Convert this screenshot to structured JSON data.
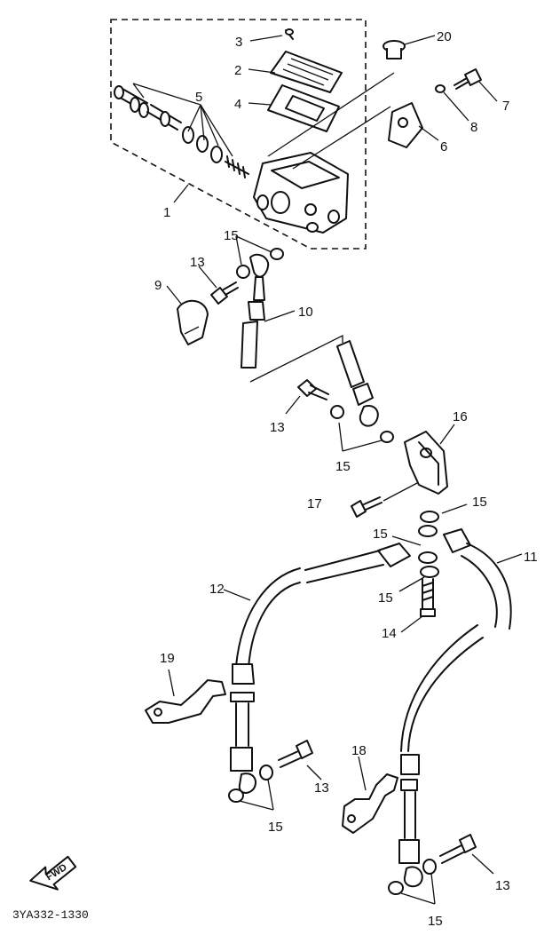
{
  "diagram": {
    "diagram_code": "3YA332-1330",
    "fwd_label": "FWD",
    "callouts": {
      "c1": "1",
      "c2": "2",
      "c3": "3",
      "c4": "4",
      "c5": "5",
      "c6": "6",
      "c7": "7",
      "c8": "8",
      "c9": "9",
      "c10": "10",
      "c11": "11",
      "c12": "12",
      "c13a": "13",
      "c13b": "13",
      "c13c": "13",
      "c13d": "13",
      "c14": "14",
      "c15a": "15",
      "c15b": "15",
      "c15c": "15",
      "c15d": "15",
      "c15e": "15",
      "c15f": "15",
      "c15g": "15",
      "c16": "16",
      "c17": "17",
      "c18": "18",
      "c19": "19",
      "c20": "20"
    }
  }
}
